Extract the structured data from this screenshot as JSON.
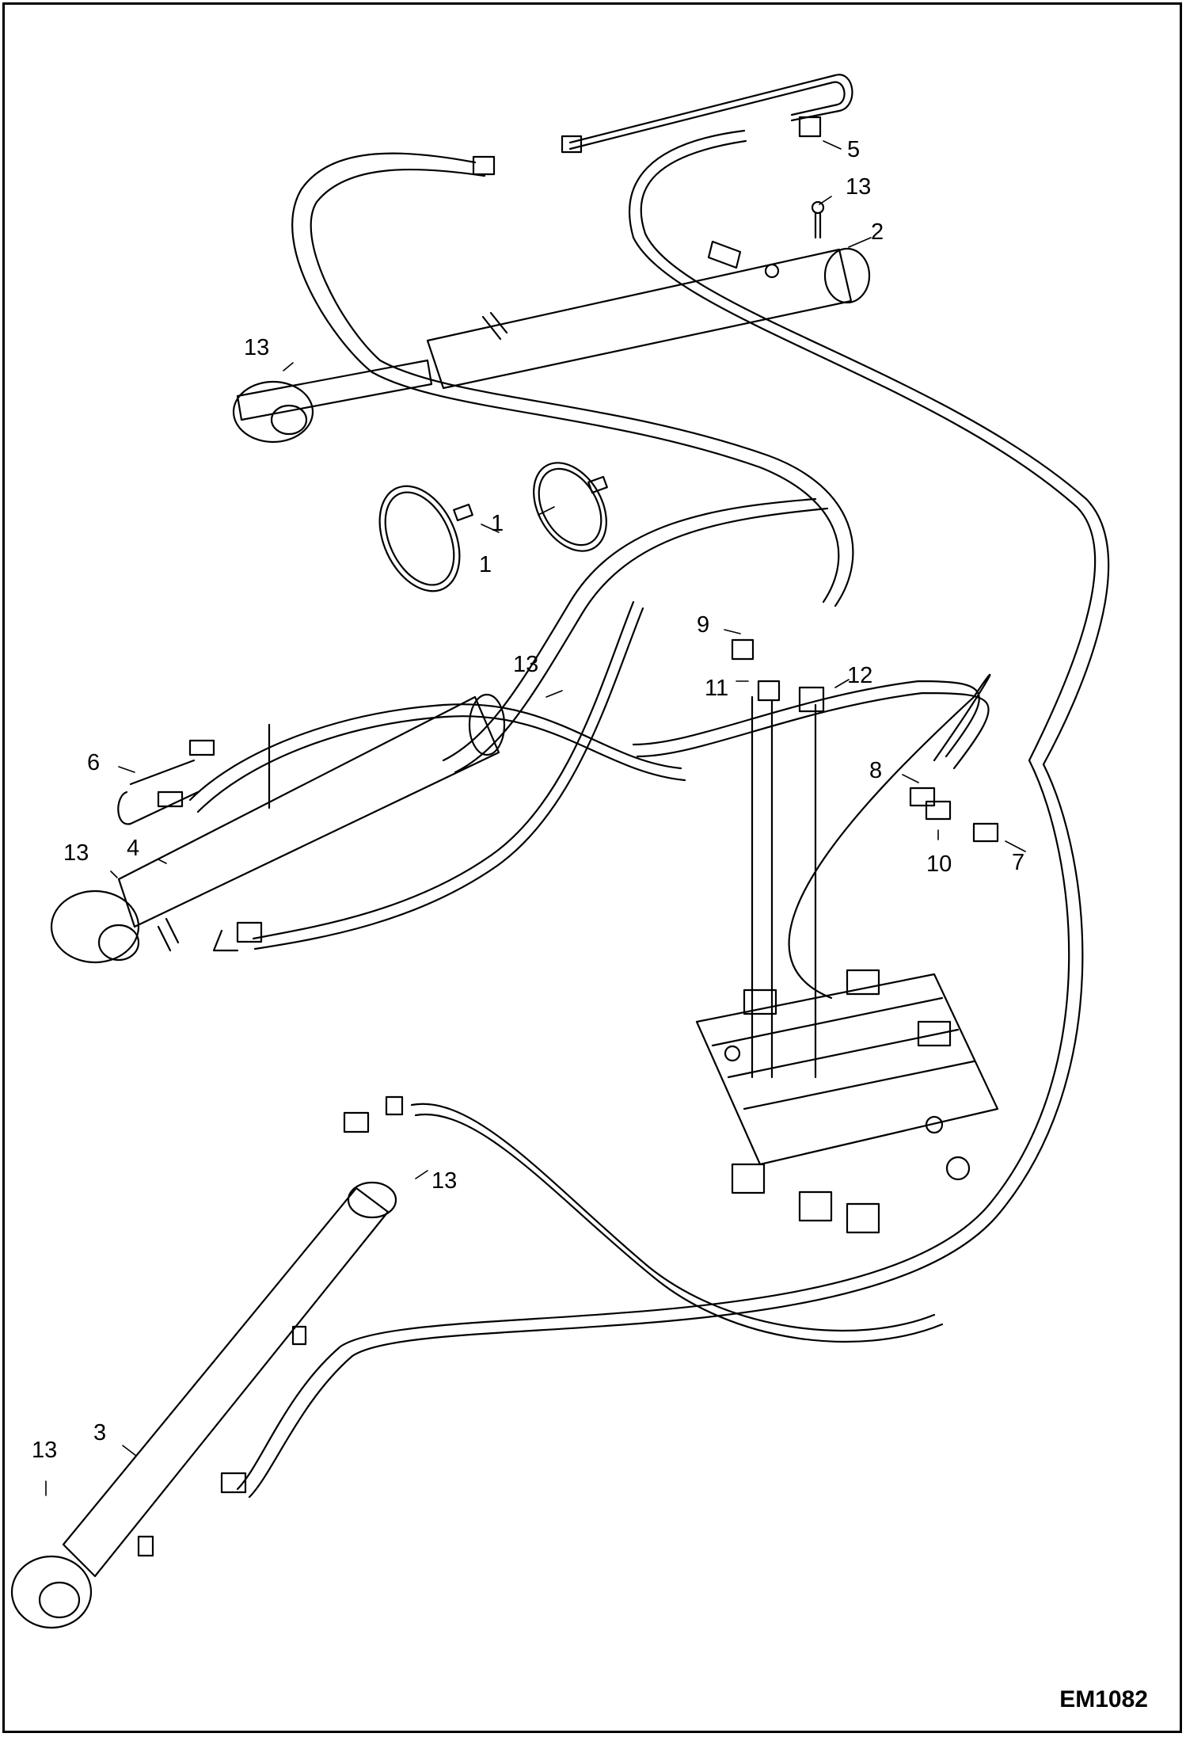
{
  "drawing_code": "EM1082",
  "callouts": [
    "1",
    "1",
    "2",
    "3",
    "4",
    "5",
    "6",
    "7",
    "8",
    "9",
    "10",
    "11",
    "12",
    "13",
    "13",
    "13",
    "13",
    "13"
  ],
  "colors": {
    "line": "#000000",
    "background": "#ffffff"
  }
}
